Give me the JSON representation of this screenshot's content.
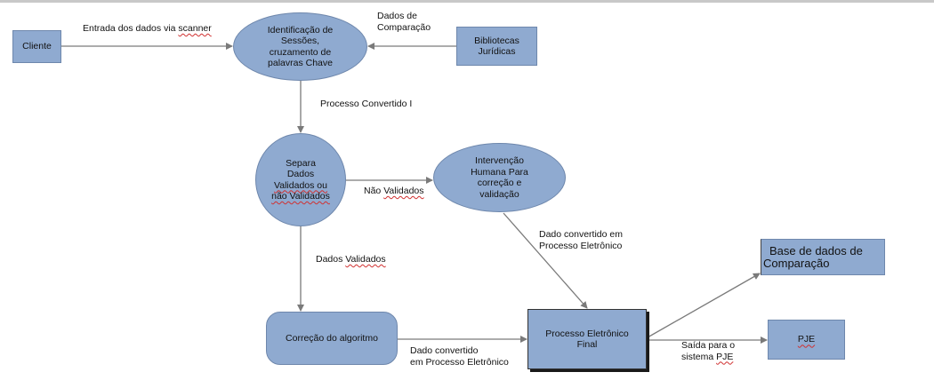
{
  "nodes": {
    "cliente": "Cliente",
    "identificacao": [
      "Identificação de",
      "Sessões,",
      "cruzamento de",
      "palavras Chave"
    ],
    "bibliotecas": [
      "Bibliotecas",
      "Jurídicas"
    ],
    "separa": [
      "Separa",
      "Dados",
      "Validados ou",
      "não Validados"
    ],
    "intervencao": [
      "Intervenção",
      "Humana Para",
      "correção e",
      "validação"
    ],
    "correcao": "Correção do algoritmo",
    "processo_final": [
      "Processo Eletrônico",
      "Final"
    ],
    "base_dados": [
      "Base de dados de",
      "Comparação"
    ],
    "pje": "PJE"
  },
  "labels": {
    "entrada_a": "Entrada dos dados via ",
    "entrada_b": "scanner",
    "dados_comparacao": [
      "Dados de",
      "Comparação"
    ],
    "processo_convertido": "Processo Convertido I",
    "nao_validados_a": "Não ",
    "nao_validados_b": "Validados",
    "dados_validados_a": "Dados ",
    "dados_validados_b": "Validados",
    "dado_convertido_top": [
      "Dado convertido em",
      "Processo Eletrônico"
    ],
    "dado_convertido_bottom": [
      "Dado convertido",
      "em Processo Eletrônico"
    ],
    "saida_l1": "Saída para o",
    "saida_l2_a": "sistema ",
    "saida_l2_b": "PJE"
  },
  "colors": {
    "node_fill": "#8faad0",
    "node_border": "#6e87ac",
    "arrow": "#7a7a7a",
    "spellcheck": "#d03030"
  }
}
